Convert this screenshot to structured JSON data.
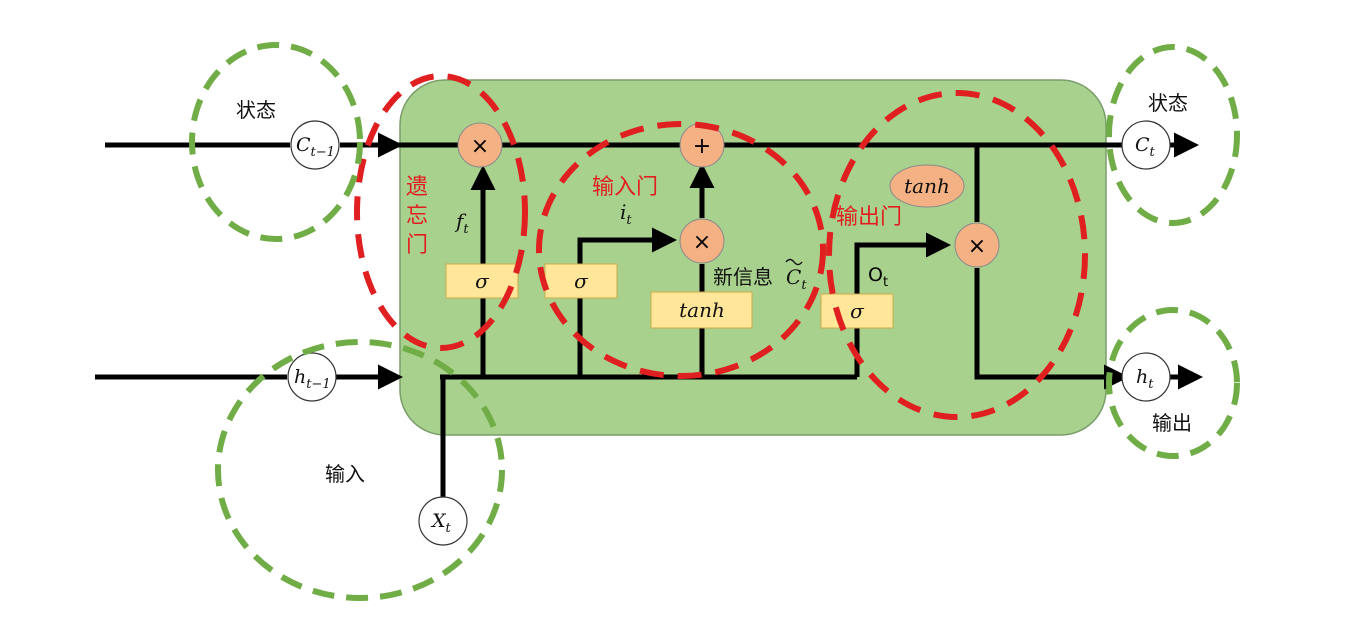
{
  "labels": {
    "state_left": "状态",
    "state_right": "状态",
    "input_label": "输入",
    "output_label": "输出",
    "forget_gate_1": "遗",
    "forget_gate_2": "忘",
    "forget_gate_3": "门",
    "input_gate": "输入门",
    "output_gate": "输出门",
    "new_info_prefix": "新信息"
  },
  "nodes": {
    "c_prev": {
      "main": "C",
      "sub": "t−1"
    },
    "h_prev": {
      "main": "h",
      "sub": "t−1"
    },
    "x_t": {
      "main": "X",
      "sub": "t"
    },
    "c_t": {
      "main": "C",
      "sub": "t"
    },
    "h_t": {
      "main": "h",
      "sub": "t"
    },
    "mul1": "×",
    "add": "+",
    "mul2": "×",
    "mul3": "×"
  },
  "boxes": {
    "sigma1": "σ",
    "sigma2": "σ",
    "tanh_box": "tanh",
    "sigma3": "σ",
    "tanh_oval": "tanh"
  },
  "math_labels": {
    "f_t": {
      "main": "f",
      "sub": "t"
    },
    "i_t": {
      "main": "i",
      "sub": "t"
    },
    "o_t": {
      "main": "O",
      "sub": "t"
    },
    "c_tilde": {
      "main": "C",
      "sub": "t"
    }
  },
  "colors": {
    "cell_bg": "#a9d18e",
    "cell_border": "#7a9e6a",
    "op_node": "#f4b183",
    "gate_box": "#ffe699",
    "red_dash": "#e02020",
    "green_dash": "#70ad47"
  }
}
